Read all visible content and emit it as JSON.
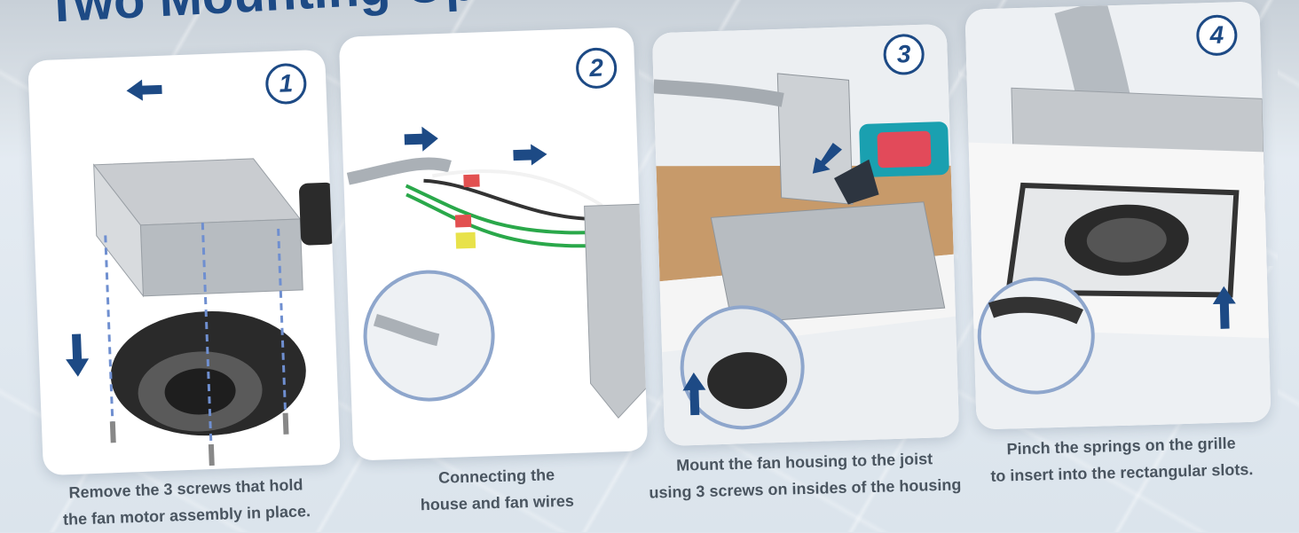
{
  "headline": "Two Mounting Options",
  "colors": {
    "accent": "#1d4a85",
    "panel": "#ffffff",
    "caption": "#4a5560"
  },
  "steps": [
    {
      "number": "1",
      "caption_line1": "Remove the 3 screws that hold",
      "caption_line2": "the fan motor assembly in place."
    },
    {
      "number": "2",
      "caption_line1": "Connecting the",
      "caption_line2": "house and fan wires"
    },
    {
      "number": "3",
      "caption_line1": "Mount the fan housing to the joist",
      "caption_line2": "using 3 screws on insides of the housing"
    },
    {
      "number": "4",
      "caption_line1": "Pinch the springs on the grille",
      "caption_line2": "to insert into the rectangular slots."
    }
  ]
}
